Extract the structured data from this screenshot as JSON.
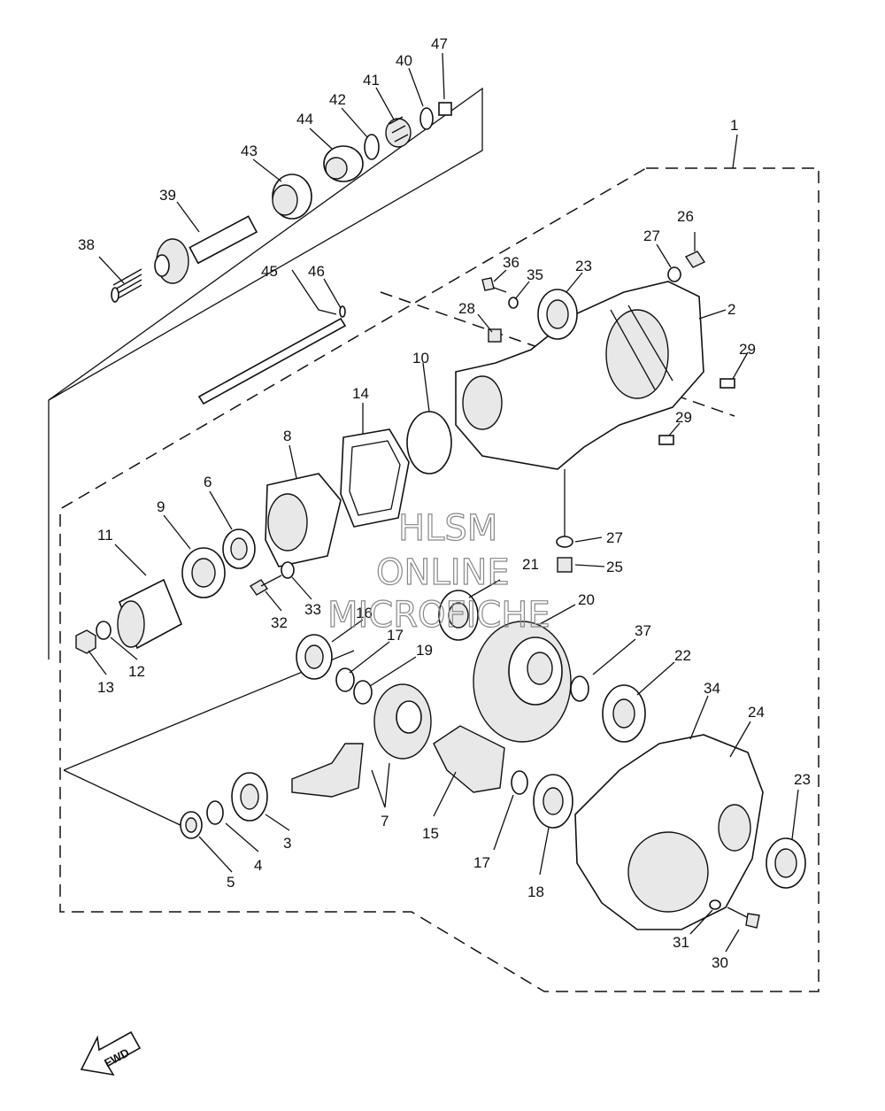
{
  "labels": {
    "p1": "1",
    "p2": "2",
    "p3": "3",
    "p4": "4",
    "p5": "5",
    "p6": "6",
    "p7": "7",
    "p8": "8",
    "p9": "9",
    "p10": "10",
    "p11": "11",
    "p12": "12",
    "p13": "13",
    "p14": "14",
    "p15": "15",
    "p16": "16",
    "p17a": "17",
    "p17b": "17",
    "p18": "18",
    "p19": "19",
    "p20": "20",
    "p21": "21",
    "p22": "22",
    "p23a": "23",
    "p23b": "23",
    "p24": "24",
    "p25": "25",
    "p26": "26",
    "p27a": "27",
    "p27b": "27",
    "p28": "28",
    "p29a": "29",
    "p29b": "29",
    "p30": "30",
    "p31": "31",
    "p32": "32",
    "p33": "33",
    "p34": "34",
    "p35": "35",
    "p36": "36",
    "p37": "37",
    "p38": "38",
    "p39": "39",
    "p40": "40",
    "p41": "41",
    "p42": "42",
    "p43": "43",
    "p44": "44",
    "p45": "45",
    "p46": "46",
    "p47": "47"
  },
  "watermark": {
    "line1": "HLSM",
    "line2": "ONLINE",
    "line3": "MICROFICHE"
  },
  "direction_arrow": {
    "text": "FWD"
  }
}
